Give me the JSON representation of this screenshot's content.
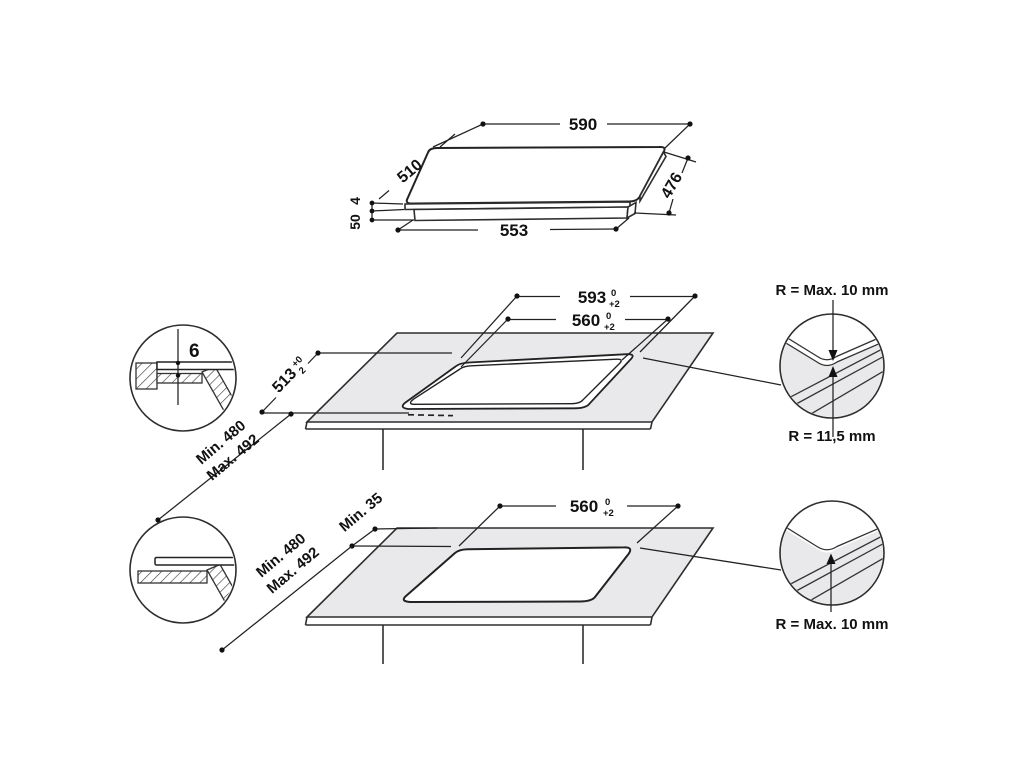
{
  "colors": {
    "ink": "#111111",
    "line": "#2e2e2e",
    "worktop": "#e9e9eb",
    "background": "#ffffff"
  },
  "hob_view": {
    "top_width": "590",
    "left_depth": "510",
    "right_depth": "476",
    "bottom_width": "553",
    "glass_thickness": "4",
    "body_depth": "50"
  },
  "flush_view": {
    "recess_depth": "6",
    "outer_cutout_width": "593",
    "outer_cutout_tol_sup": "0",
    "outer_cutout_tol_sub": "+2",
    "inner_cutout_width": "560",
    "inner_cutout_tol_sup": "0",
    "inner_cutout_tol_sub": "+2",
    "cutout_depth": "513",
    "cutout_depth_tol_sup": "+0",
    "cutout_depth_tol_sub": "2",
    "cabinet_min": "Min. 480",
    "cabinet_max": "Max. 492",
    "corner_radius_outer": "R = Max. 10 mm",
    "corner_radius_inner": "R = 11,5 mm"
  },
  "surface_view": {
    "cutout_width": "560",
    "cutout_tol_sup": "0",
    "cutout_tol_sub": "+2",
    "rear_distance": "Min. 35",
    "cabinet_min": "Min. 480",
    "cabinet_max": "Max. 492",
    "corner_radius": "R = Max. 10 mm"
  }
}
